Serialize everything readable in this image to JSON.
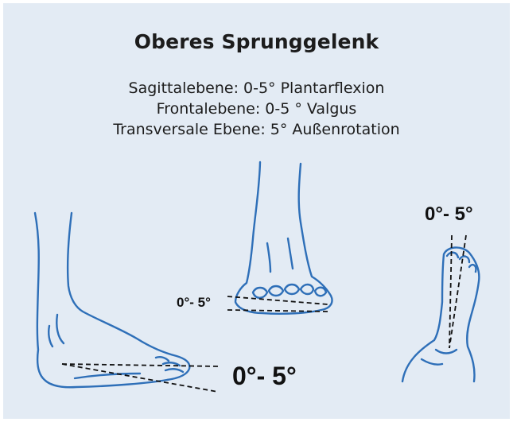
{
  "title": "Oberes Sprunggelenk",
  "lines": [
    "Sagittalebene: 0-5° Plantarflexion",
    "Frontalebene: 0-5 ° Valgus",
    "Transversale Ebene: 5° Außenrotation"
  ],
  "angle_labels": {
    "side": "0°- 5°",
    "front": "0°- 5°",
    "top": "0°- 5°"
  },
  "colors": {
    "background": "#e3ebf4",
    "outline": "#2e6fb8",
    "text": "#1c1c1c",
    "reference_lines": "#111111"
  }
}
